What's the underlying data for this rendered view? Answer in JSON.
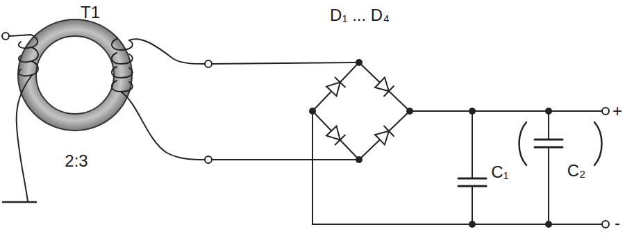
{
  "diagram": {
    "labels": [
      "T1",
      "D₁ ... D₄",
      "2:3",
      "C₁",
      "C₂",
      "+",
      "-"
    ]
  }
}
